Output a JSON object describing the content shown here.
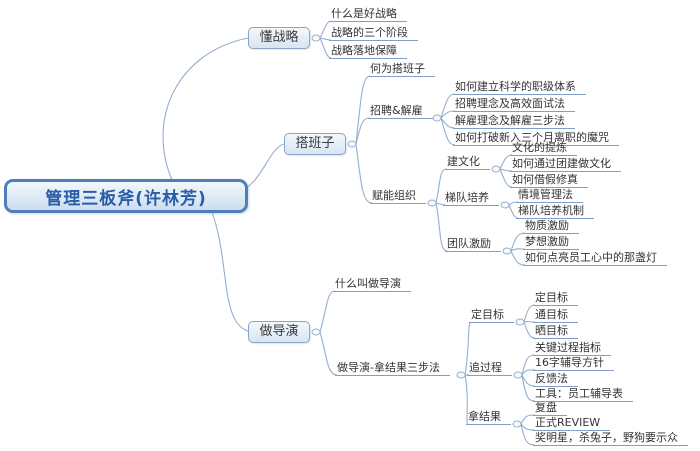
{
  "root": {
    "label": "管理三板斧(许林芳)"
  },
  "branches": [
    {
      "label": "懂战略",
      "children": [
        {
          "label": "什么是好战略"
        },
        {
          "label": "战略的三个阶段"
        },
        {
          "label": "战略落地保障"
        }
      ]
    },
    {
      "label": "搭班子",
      "children": [
        {
          "label": "何为搭班子"
        },
        {
          "label": "招聘&解雇",
          "children": [
            {
              "label": "如何建立科学的职级体系"
            },
            {
              "label": "招聘理念及高效面试法"
            },
            {
              "label": "解雇理念及解雇三步法"
            },
            {
              "label": "如何打破新入三个月离职的魔咒"
            }
          ]
        },
        {
          "label": "赋能组织",
          "children": [
            {
              "label": "建文化",
              "children": [
                {
                  "label": "文化的提炼"
                },
                {
                  "label": "如何通过团建做文化"
                },
                {
                  "label": "如何借假修真"
                }
              ]
            },
            {
              "label": "梯队培养",
              "children": [
                {
                  "label": "情境管理法"
                },
                {
                  "label": "梯队培养机制"
                }
              ]
            },
            {
              "label": "团队激励",
              "children": [
                {
                  "label": "物质激励"
                },
                {
                  "label": "梦想激励"
                },
                {
                  "label": "如何点亮员工心中的那盏灯"
                }
              ]
            }
          ]
        }
      ]
    },
    {
      "label": "做导演",
      "children": [
        {
          "label": "什么叫做导演"
        },
        {
          "label": "做导演-拿结果三步法",
          "children": [
            {
              "label": "定目标",
              "children": [
                {
                  "label": "定目标"
                },
                {
                  "label": "通目标"
                },
                {
                  "label": "晒目标"
                }
              ]
            },
            {
              "label": "追过程",
              "children": [
                {
                  "label": "关键过程指标"
                },
                {
                  "label": "16字辅导方针"
                },
                {
                  "label": "反馈法"
                },
                {
                  "label": "工具：员工辅导表"
                }
              ]
            },
            {
              "label": "拿结果",
              "children": [
                {
                  "label": "复盘"
                },
                {
                  "label": "正式REVIEW"
                },
                {
                  "label": "奖明星，杀兔子，野狗要示众"
                }
              ]
            }
          ]
        }
      ]
    }
  ],
  "colors": {
    "root_border": "#4e7fbb",
    "root_text": "#2a5da8",
    "connector": "#94afcd",
    "node_text": "#333333"
  }
}
